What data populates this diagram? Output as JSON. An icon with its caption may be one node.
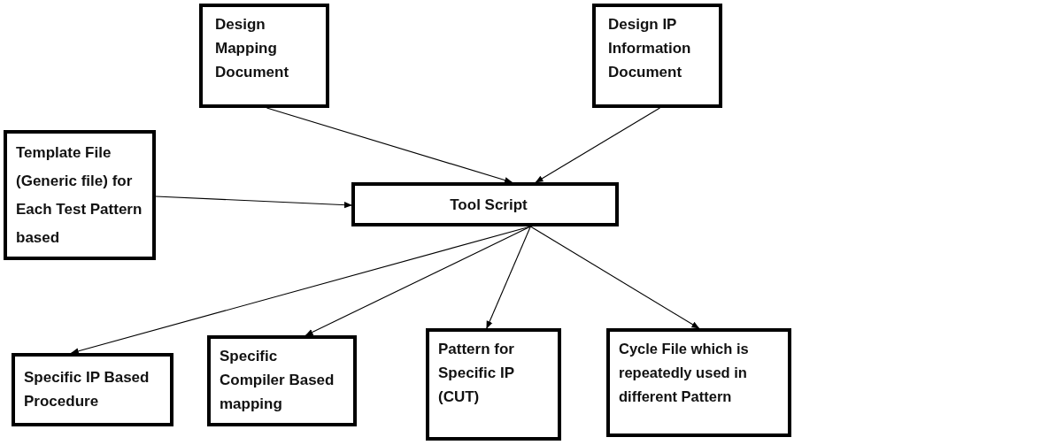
{
  "diagram": {
    "nodes": [
      {
        "text": [
          "Design Mapping Document"
        ]
      },
      {
        "text": [
          "Design IP Information Document"
        ]
      },
      {
        "text": [
          "Template File (Generic file) for Each Test Pattern based"
        ]
      },
      {
        "text": [
          "Tool Script"
        ]
      },
      {
        "text": [
          "Specific IP Based Procedure"
        ]
      },
      {
        "text": [
          "Specific Compiler Based mapping"
        ]
      },
      {
        "text": [
          "Pattern for Specific IP (CUT)"
        ]
      },
      {
        "text": [
          "Cycle File which is repeatedly used in different Pattern"
        ]
      }
    ],
    "edges": [
      {
        "from": 0,
        "to": 3,
        "arrow": "to"
      },
      {
        "from": 1,
        "to": 3,
        "arrow": "to"
      },
      {
        "from": 2,
        "to": 3,
        "arrow": "to"
      },
      {
        "from": 3,
        "to": 4,
        "arrow": "to"
      },
      {
        "from": 3,
        "to": 5,
        "arrow": "to"
      },
      {
        "from": 3,
        "to": 6,
        "arrow": "to"
      },
      {
        "from": 3,
        "to": 7,
        "arrow": "to"
      }
    ]
  }
}
